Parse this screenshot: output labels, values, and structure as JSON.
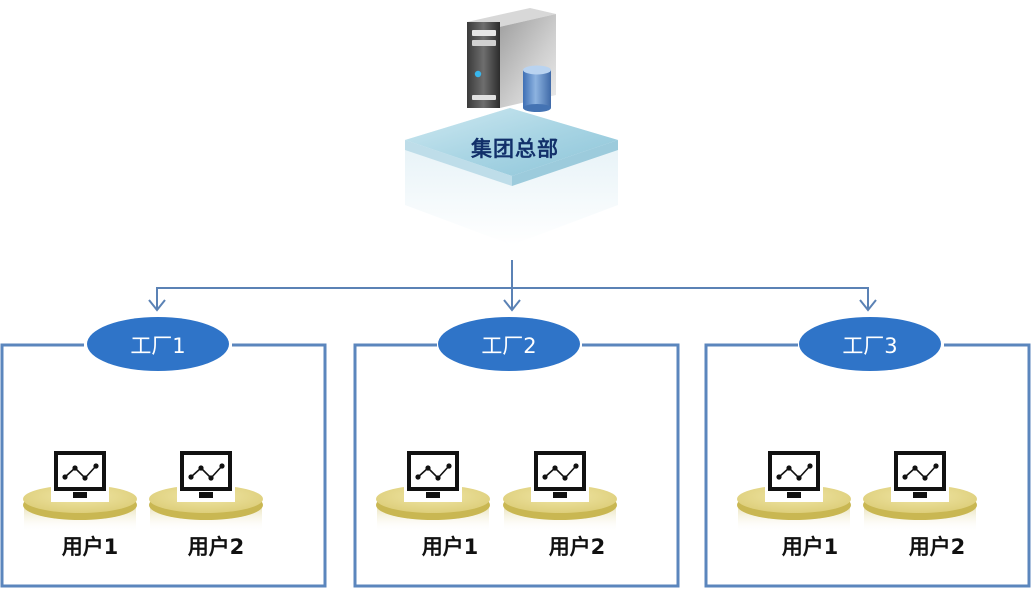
{
  "diagram": {
    "type": "hierarchy",
    "headquarters": {
      "label": "集团总部",
      "icons": [
        "server-icon",
        "database-icon"
      ]
    },
    "factories": [
      {
        "label": "工厂1",
        "users": [
          {
            "label": "用户1",
            "icon": "monitor-chart-icon"
          },
          {
            "label": "用户2",
            "icon": "monitor-chart-icon"
          }
        ]
      },
      {
        "label": "工厂2",
        "users": [
          {
            "label": "用户1",
            "icon": "monitor-chart-icon"
          },
          {
            "label": "用户2",
            "icon": "monitor-chart-icon"
          }
        ]
      },
      {
        "label": "工厂3",
        "users": [
          {
            "label": "用户1",
            "icon": "monitor-chart-icon"
          },
          {
            "label": "用户2",
            "icon": "monitor-chart-icon"
          }
        ]
      }
    ],
    "colors": {
      "connector": "#5b82b5",
      "frame": "#5b86bd",
      "factory_ellipse": "#2f74c8",
      "factory_text": "#ffffff",
      "hq_text": "#12306a",
      "platform_top": "#a6d3e3",
      "pedestal": "#ddd07a",
      "user_text": "#111111"
    }
  }
}
